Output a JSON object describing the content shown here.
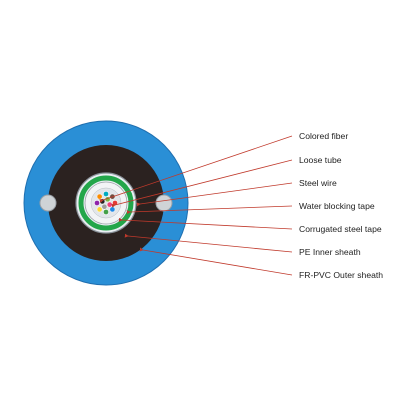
{
  "colors": {
    "outer_sheath": "#2a8fd6",
    "outer_sheath_edge": "#1f6fb0",
    "inner_sheath": "#2b2220",
    "steel_wire": "#cfd3d6",
    "corrugated_tape": "#e9eef2",
    "water_blocking_tape": "#23a64a",
    "loose_tube": "#f2f4f6",
    "leader_line": "#c0392b"
  },
  "fiber_colors": [
    "#e53935",
    "#1e88e5",
    "#43a047",
    "#fdd835",
    "#8e24aa",
    "#fb8c00",
    "#00acc1",
    "#6d4c41",
    "#ec407a",
    "#9e9e9e",
    "#212121",
    "#7cb342"
  ],
  "labels": [
    "Colored fiber",
    "Loose tube",
    "Steel wire",
    "Water blocking tape",
    "Corrugated steel tape",
    "PE Inner sheath",
    "FR-PVC Outer sheath"
  ]
}
